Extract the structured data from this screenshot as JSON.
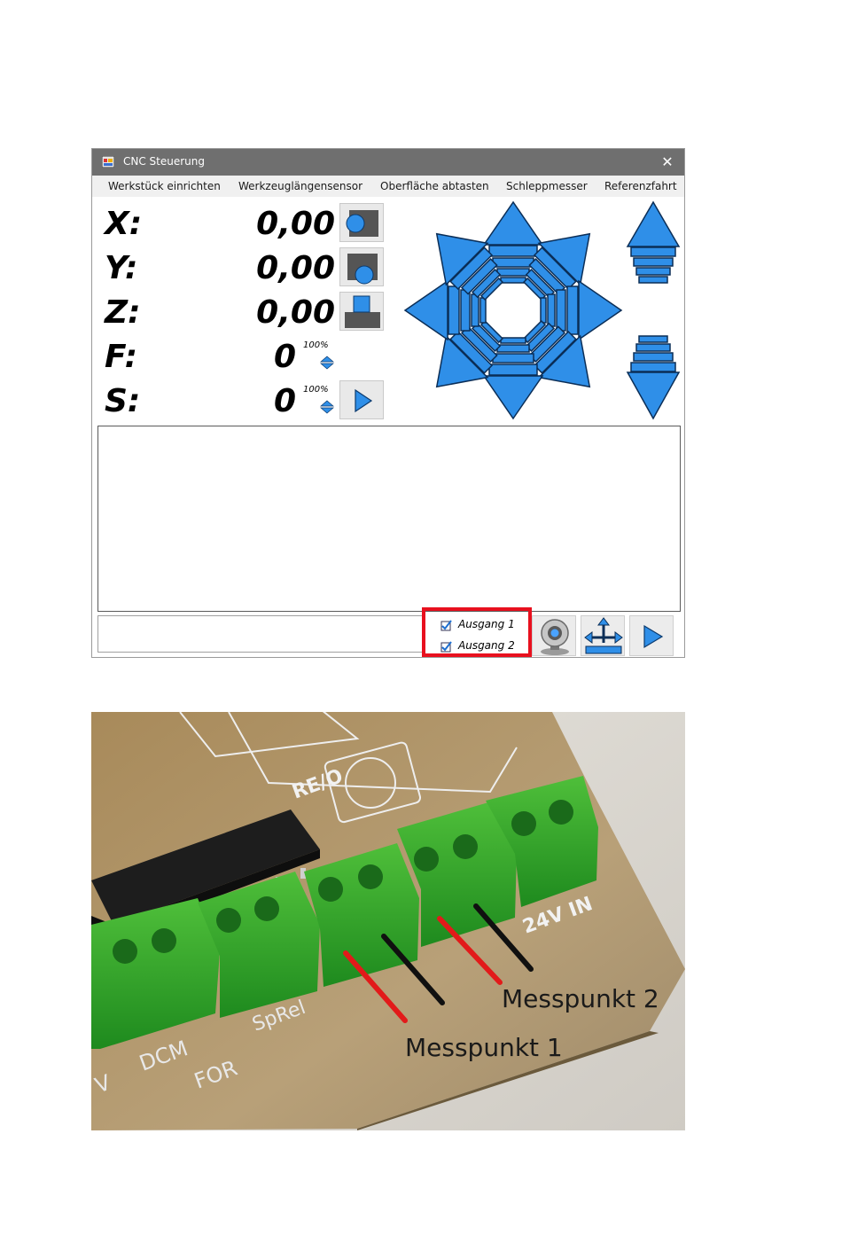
{
  "window": {
    "title": "CNC Steuerung",
    "close_glyph": "✕",
    "app_icon": "app-icon"
  },
  "menu": {
    "items": [
      {
        "label": "Werkstück einrichten"
      },
      {
        "label": "Werkzeuglängensensor"
      },
      {
        "label": "Oberfläche abtasten"
      },
      {
        "label": "Schleppmesser"
      },
      {
        "label": "Referenzfahrt"
      }
    ]
  },
  "dro": {
    "x": {
      "label": "X:",
      "value": "0,00"
    },
    "y": {
      "label": "Y:",
      "value": "0,00"
    },
    "z": {
      "label": "Z:",
      "value": "0,00"
    },
    "f": {
      "label": "F:",
      "value": "0",
      "override": "100%"
    },
    "s": {
      "label": "S:",
      "value": "0",
      "override": "100%"
    }
  },
  "outputs": {
    "out1": {
      "label": "Ausgang 1",
      "checked": true
    },
    "out2": {
      "label": "Ausgang 2",
      "checked": true
    }
  },
  "colors": {
    "jog_blue": "#2f8fe8",
    "highlight_red": "#e8101e",
    "titlebar": "#6f6f6f"
  },
  "photo": {
    "label_1": "Messpunkt 1",
    "label_2": "Messpunkt 2",
    "board_text_1": "RE/O",
    "board_text_2": "24V IN",
    "board_text_3": "SpRel",
    "board_text_4": "FOR",
    "board_text_5": "DCM",
    "board_text_6": "V"
  }
}
